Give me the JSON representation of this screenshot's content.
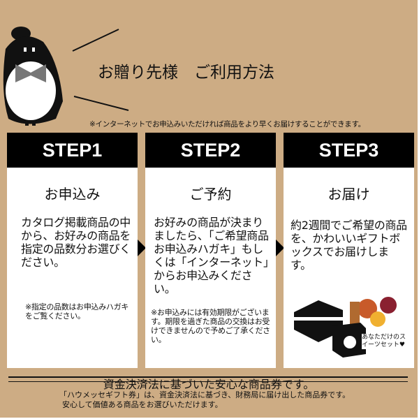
{
  "header": {
    "title": "お贈り先様　ご利用方法",
    "note": "※インターネットでお申込みいただければ商品をより早くお届けすることができます。"
  },
  "steps": [
    {
      "label": "STEP1",
      "title": "お申込み",
      "body": "カタログ掲載商品の中から、お好みの商品を指定の品数分お選びください。",
      "note": "※指定の品数はお申込みハガキをご覧ください。"
    },
    {
      "label": "STEP2",
      "title": "ご予約",
      "body": "お好みの商品が決まりましたら、「ご希望商品お申込みハガキ」もしくは「インターネット」からお申込みください。",
      "note": "※お申込みには有効期限がございます。期限を過ぎた商品の交換はお受けできませんので予めご了承ください。"
    },
    {
      "label": "STEP3",
      "title": "お届け",
      "body": "約2週間でご希望の商品を、かわいいギフトボックスでお届けします。",
      "image_caption": "あなただけのスイーツセット♥"
    }
  ],
  "footer": {
    "headline": "資金決済法に基づいた安心な商品券です。",
    "line1": "「ハウメッセギフト券」は、資金決済法に基づき、財務局に届け出した商品券です。",
    "line2": "安心して価値ある商品をお選びいただけます。"
  },
  "colors": {
    "background": "#cdac84",
    "step_header": "#000000"
  }
}
